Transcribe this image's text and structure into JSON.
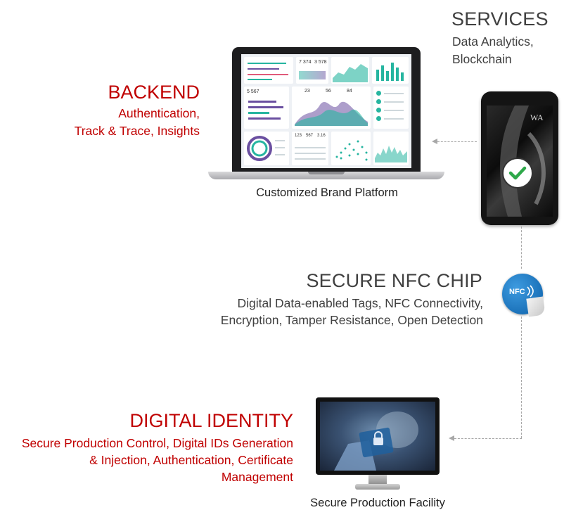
{
  "services": {
    "title": "SERVICES",
    "line1": "Data Analytics,",
    "line2": "Blockchain"
  },
  "backend": {
    "title": "BACKEND",
    "line1": "Authentication,",
    "line2": "Track & Trace, Insights"
  },
  "platform_caption": "Customized Brand Platform",
  "nfc_chip": {
    "title": "SECURE NFC CHIP",
    "line1": "Digital Data-enabled Tags, NFC Connectivity,",
    "line2": "Encryption, Tamper Resistance, Open Detection",
    "sticker_label": "NFC"
  },
  "digital_identity": {
    "title": "DIGITAL IDENTITY",
    "line1": "Secure Production Control, Digital IDs Generation",
    "line2": "& Injection, Authentication, Certificate",
    "line3": "Management"
  },
  "facility_caption": "Secure Production Facility",
  "phone_logo": "WA",
  "dashboard": {
    "stat1": "7 374",
    "stat2": "3 578",
    "stat3": "5 567",
    "stat4": "23",
    "stat5": "56",
    "stat6": "84",
    "stat7": "123",
    "stat8": "567",
    "stat9": "3.16"
  },
  "icons": {
    "phone_check": "check-icon",
    "arrow": "arrow-left-icon",
    "lock": "lock-icon"
  },
  "colors": {
    "accent_red": "#c00000",
    "text_dark": "#404040",
    "check_green": "#2ea84a",
    "nfc_blue": "#1470c2",
    "dashboard_teal": "#26b5a0",
    "dashboard_purple": "#6a4fa0"
  }
}
